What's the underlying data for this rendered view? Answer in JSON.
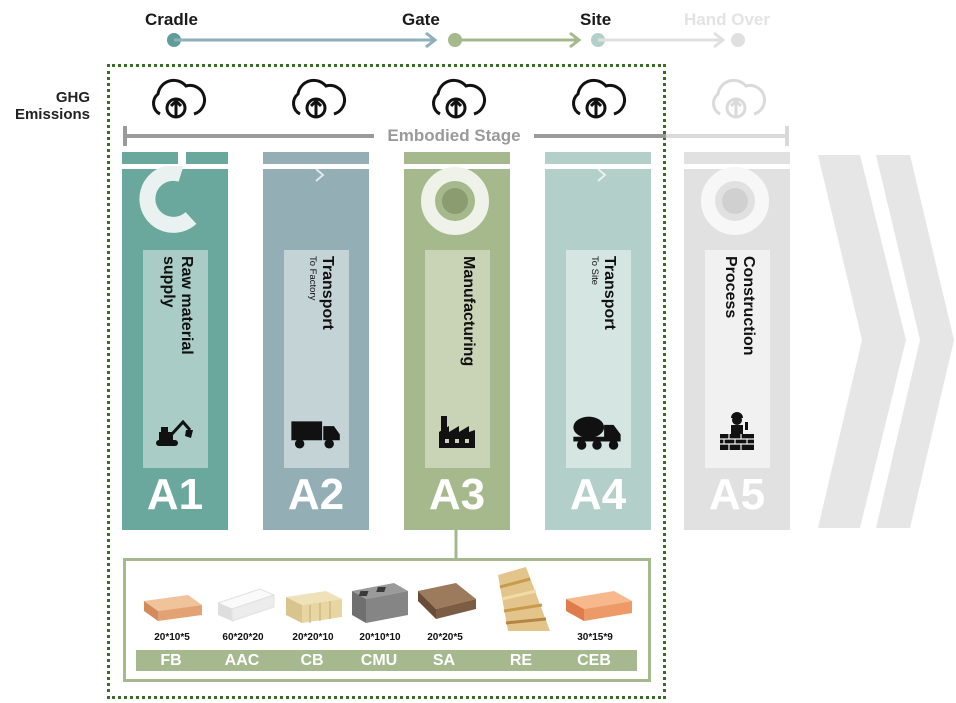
{
  "timeline": {
    "cradle": "Cradle",
    "gate": "Gate",
    "site": "Site",
    "hand_over": "Hand Over"
  },
  "ghg_label": "GHG\nEmissions",
  "embodied_stage": "Embodied Stage",
  "stages": [
    {
      "code": "A1",
      "title": "Raw material supply",
      "subtitle": "",
      "icon": "excavator-icon",
      "color": "#6aa79d"
    },
    {
      "code": "A2",
      "title": "Transport",
      "subtitle": "To Factory",
      "icon": "truck-icon",
      "color": "#94aeb5"
    },
    {
      "code": "A3",
      "title": "Manufacturing",
      "subtitle": "",
      "icon": "factory-icon",
      "color": "#a5b98c"
    },
    {
      "code": "A4",
      "title": "Transport",
      "subtitle": "To Site",
      "icon": "concrete-mixer-icon",
      "color": "#b2d0c9"
    },
    {
      "code": "A5",
      "title": "Construction Process",
      "subtitle": "",
      "icon": "bricklayer-icon",
      "color": "#e1e1e1"
    }
  ],
  "materials": [
    {
      "code": "FB",
      "dims": "20*10*5"
    },
    {
      "code": "AAC",
      "dims": "60*20*20"
    },
    {
      "code": "CB",
      "dims": "20*20*10"
    },
    {
      "code": "CMU",
      "dims": "20*10*10"
    },
    {
      "code": "SA",
      "dims": "20*20*5"
    },
    {
      "code": "RE",
      "dims": ""
    },
    {
      "code": "CEB",
      "dims": "30*15*9"
    }
  ]
}
